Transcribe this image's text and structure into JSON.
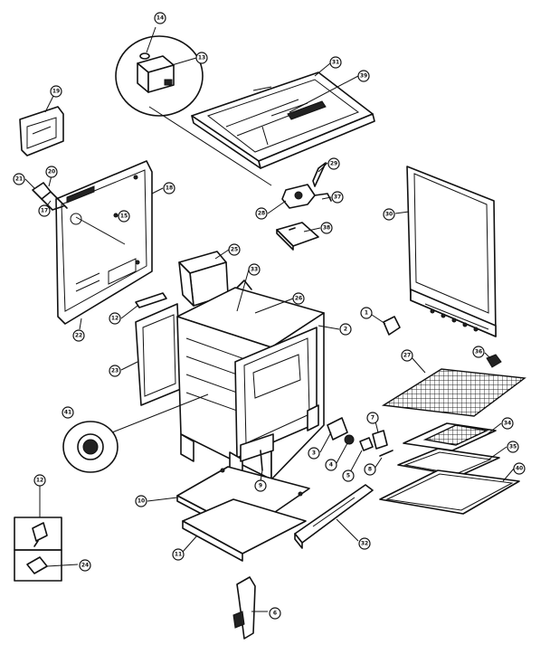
{
  "callouts": {
    "c14": "14",
    "c13": "13",
    "c31": "31",
    "c39": "39",
    "c19": "19",
    "c18": "18",
    "c20": "20",
    "c21": "21",
    "c17": "17",
    "c15": "15",
    "c29": "29",
    "c37": "37",
    "c38": "38",
    "c28": "28",
    "c30": "30",
    "c25": "25",
    "c33": "33",
    "c26": "26",
    "c12a": "12",
    "c22": "22",
    "c2": "2",
    "c1": "1",
    "c36": "36",
    "c27": "27",
    "c23": "23",
    "c41": "41",
    "c3": "3",
    "c4": "4",
    "c5": "5",
    "c7": "7",
    "c8": "8",
    "c34": "34",
    "c35": "35",
    "c40": "40",
    "c10": "10",
    "c9": "9",
    "c11": "11",
    "c32": "32",
    "c12b": "12",
    "c24": "24",
    "c6": "6"
  }
}
